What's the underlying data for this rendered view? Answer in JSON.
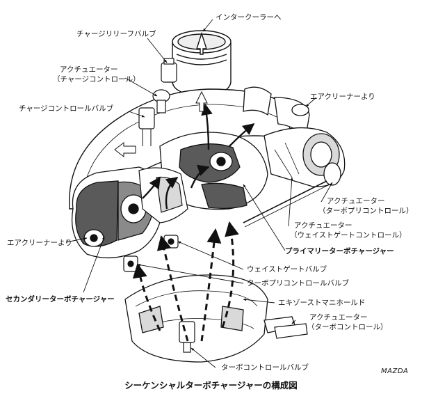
{
  "labels": {
    "intercooler": "インタークーラーへ",
    "charge_relief_valve": "チャージリリーフバルブ",
    "actuator_charge_1": "アクチュエーター",
    "actuator_charge_2": "（チャージコントロール）",
    "charge_control_valve": "チャージコントロールバルブ",
    "air_cleaner_right": "エアクリーナーより",
    "actuator_turbo_pre_1": "アクチュエーター",
    "actuator_turbo_pre_2": "（ターボプリコントロール）",
    "actuator_wastegate_1": "アクチュエーター",
    "actuator_wastegate_2": "（ウェイストゲートコントロール）",
    "primary_turbo": "プライマリーターボチャージャー",
    "air_cleaner_left": "エアクリーナーより",
    "wastegate_valve": "ウェイストゲートバルブ",
    "turbo_pre_control_valve": "ターボプリコントロールバルブ",
    "secondary_turbo": "セカンダリーターボチャージャー",
    "exhaust_manifold": "エキゾーストマニホールド",
    "actuator_turbo_1": "アクチュエーター",
    "actuator_turbo_2": "（ターボコントロール）",
    "turbo_control_valve": "ターボコントロールバルブ"
  },
  "brand": "MAZDA",
  "caption": "シーケンシャルターボチャージャーの構成図",
  "colors": {
    "ink": "#111111",
    "shade": "#5a5a5a",
    "light": "#d9d9d9",
    "paper": "#ffffff"
  }
}
